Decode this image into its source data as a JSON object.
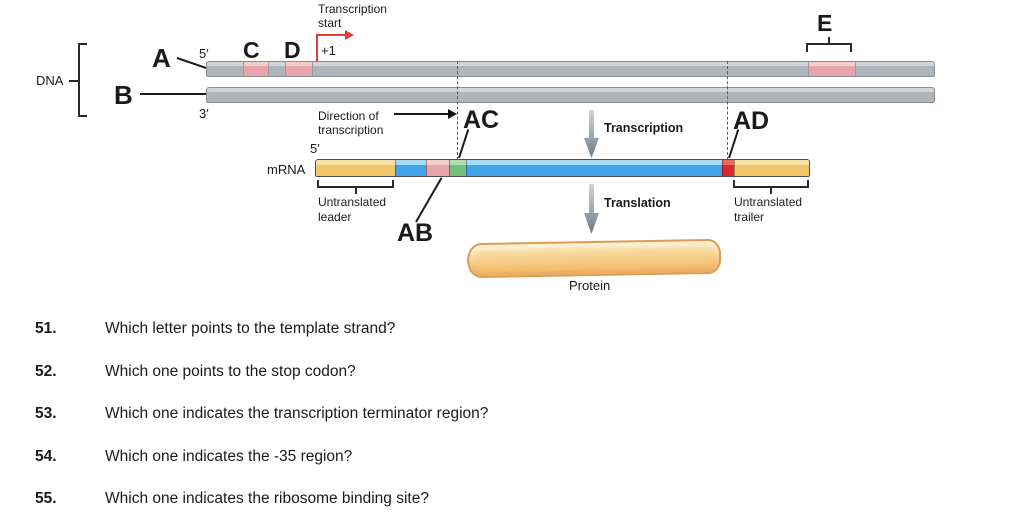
{
  "figure": {
    "dna": {
      "group_label": "DNA",
      "label_a": "A",
      "label_b": "B",
      "label_c": "C",
      "label_d": "D",
      "label_e": "E",
      "top_strand_five_prime": "5′",
      "bottom_strand_three_prime": "3′",
      "transcription_start_line1": "Transcription",
      "transcription_start_line2": "start",
      "plus_one": "+1",
      "direction_line1": "Direction of",
      "direction_line2": "transcription"
    },
    "mrna": {
      "label": "mRNA",
      "five_prime": "5′",
      "label_ab": "AB",
      "label_ac": "AC",
      "label_ad": "AD",
      "leader_line1": "Untranslated",
      "leader_line2": "leader",
      "trailer_line1": "Untranslated",
      "trailer_line2": "trailer"
    },
    "process": {
      "transcription": "Transcription",
      "translation": "Translation"
    },
    "protein_label": "Protein",
    "colors": {
      "dna_strand_gray": "#AFB5BB",
      "dna_strand_bevel": "#D0D5D8",
      "promoter_region_pink": "#E8A4AC",
      "mrna_untranslated_yellow": "#F2C468",
      "mrna_coding_blue": "#3FA5E8",
      "mrna_pink": "#E8A4AC",
      "mrna_green": "#74BE80",
      "mrna_stop_red": "#D8292E",
      "transcription_start_arrow_red": "#E73B31",
      "process_arrow_gray": "#6E7880",
      "protein_fill": "#F5C478",
      "protein_border": "#DE9B52"
    }
  },
  "questions": [
    {
      "number": "51.",
      "text": "Which letter points to the template strand?"
    },
    {
      "number": "52.",
      "text": "Which one points to the stop codon?"
    },
    {
      "number": "53.",
      "text": "Which one indicates the transcription terminator region?"
    },
    {
      "number": "54.",
      "text": "Which one indicates the -35 region?"
    },
    {
      "number": "55.",
      "text": "Which one indicates the ribosome binding site?"
    }
  ]
}
